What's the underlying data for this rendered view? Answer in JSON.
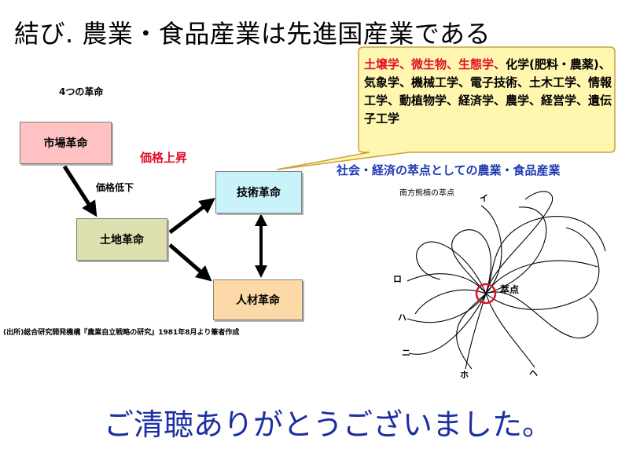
{
  "title": "結び. 農業・食品産業は先進国産業である",
  "revolutions_title": "4つの革命",
  "boxes": {
    "market": "市場革命",
    "land": "土地革命",
    "tech": "技術革命",
    "people": "人材革命"
  },
  "labels": {
    "price_down": "価格低下",
    "price_up": "価格上昇"
  },
  "callout": {
    "red_part": "土壌学、微生物、生態学、",
    "rest": "化学(肥料・農薬)、気象学、機械工学、電子技術、土木工学、情報工学、動植物学、経済学、農学、経営学、遺伝子工学"
  },
  "society_title": "社会・経済の萃点としての農業・食品産業",
  "nodal_diagram": {
    "title": "南方熊楠の萃点",
    "center_label": "萃点",
    "kana": [
      "イ",
      "ロ",
      "ハ",
      "ニ",
      "ホ",
      "ヘ"
    ]
  },
  "source_note": "(出所)総合研究開発機構『農業自立戦略の研究』1981年8月より筆者作成",
  "closing": "ご清聴ありがとうございました。",
  "colors": {
    "red": "#e0102a",
    "blue": "#1f3ab0",
    "callout_fill": "#fff6b0",
    "callout_border": "#c9a23a"
  }
}
